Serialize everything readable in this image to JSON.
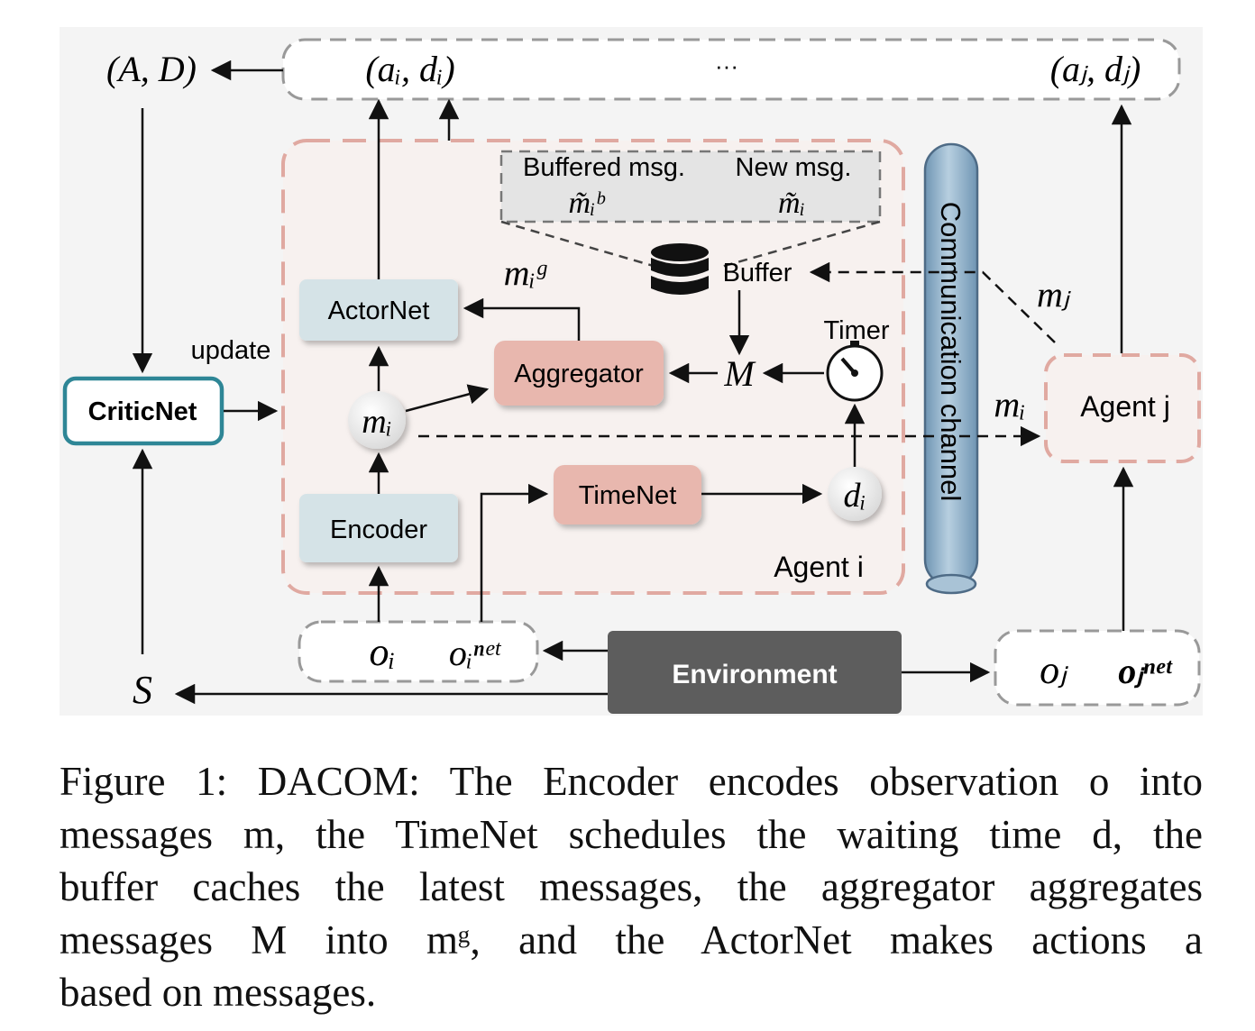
{
  "diagram": {
    "top_output_left": "(A, D)",
    "top_output_agent_i": "(aᵢ, dᵢ)",
    "top_output_ellipsis": "···",
    "top_output_agent_j": "(aⱼ, dⱼ)",
    "critic_label": "CriticNet",
    "update_label": "update",
    "state_label": "S",
    "actor_label": "ActorNet",
    "aggregator_label": "Aggregator",
    "encoder_label": "Encoder",
    "timenet_label": "TimeNet",
    "message_node": "mᵢ",
    "delay_node": "dᵢ",
    "global_msg_label": "mᵢᵍ",
    "buffer_label": "Buffer",
    "buffered_msg_label": "Buffered msg.",
    "buffered_msg_symbol": "m̃ᵢᵇ",
    "new_msg_label": "New msg.",
    "new_msg_symbol": "m̃ᵢ",
    "aggregate_input_label": "M",
    "timer_label": "Timer",
    "agent_i_label": "Agent i",
    "channel_label": "Communication channel",
    "agent_j_label": "Agent j",
    "msg_from_j_label": "mⱼ",
    "msg_to_j_label": "mᵢ",
    "obs_i_label": "oᵢ",
    "obs_i_net_label": "oᵢⁿᵉᵗ",
    "obs_j_label": "oⱼ",
    "obs_j_net_label": "oⱼⁿᵉᵗ",
    "environment_label": "Environment",
    "colors": {
      "panel_bg": "#f4f4f4",
      "agent_border": "#e0a9a1",
      "agent_fill": "#f7f1ef",
      "blue_box": "#d5e3e7",
      "red_box": "#e8b7ae",
      "critic_border": "#2e8696",
      "environment": "#5d5d5d",
      "channel": "#8fb1c9"
    }
  },
  "caption": {
    "line1": "Figure 1: DACOM: The Encoder encodes observation o into",
    "line2": "messages m, the TimeNet schedules the waiting time d, the",
    "line3": "buffer caches the latest messages, the aggregator aggregates",
    "line4": "messages M into mᵍ, and the ActorNet makes actions a",
    "line5": "based on messages."
  }
}
